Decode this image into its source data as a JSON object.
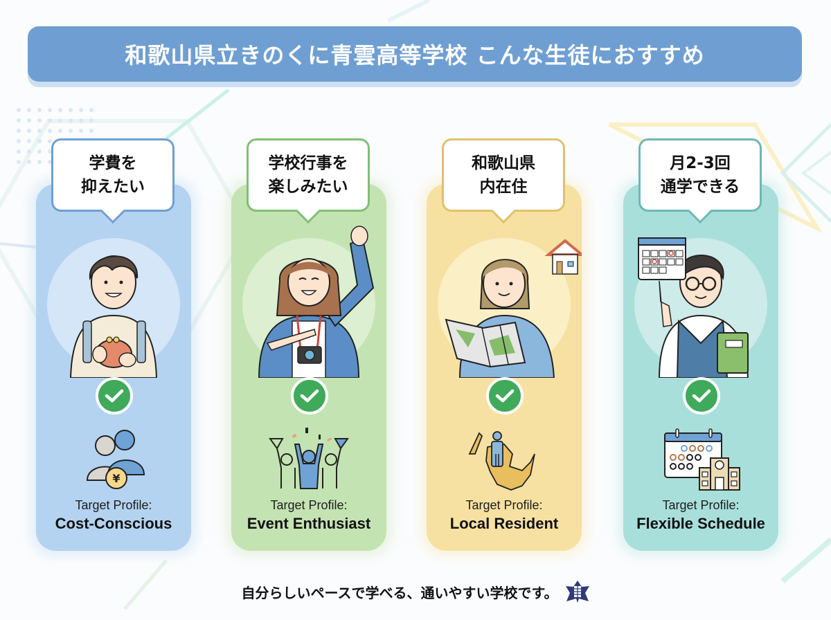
{
  "header": {
    "title": "和歌山県立きのくに青雲高等学校 こんな生徒におすすめ"
  },
  "theme": {
    "title_bg": "#6f9fd2",
    "check_color": "#3faa5a"
  },
  "cards": [
    {
      "bubble_line1": "学費を",
      "bubble_line2": "抑えたい",
      "profile_label": "Target Profile:",
      "profile_value": "Cost-Conscious",
      "illustration": "student-holding-coin-purse",
      "profile_icon": "people-with-yen-coin-icon",
      "check_icon": "check-icon",
      "colors": {
        "card": "#b3d3f0",
        "border": "#6f9fd2",
        "circle": "#d4e6f7"
      }
    },
    {
      "bubble_line1": "学校行事を",
      "bubble_line2": "楽しみたい",
      "profile_label": "Target Profile:",
      "profile_value": "Event Enthusiast",
      "illustration": "student-cheering-with-camera",
      "profile_icon": "cheering-crowd-with-flags-icon",
      "check_icon": "check-icon",
      "colors": {
        "card": "#c4e3b2",
        "border": "#7fbf75",
        "circle": "#dcefd1"
      }
    },
    {
      "bubble_line1": "和歌山県",
      "bubble_line2": "内在住",
      "profile_label": "Target Profile:",
      "profile_value": "Local Resident",
      "illustration": "student-reading-map-near-house",
      "profile_icon": "person-on-wakayama-map-icon",
      "check_icon": "check-icon",
      "colors": {
        "card": "#f6e1a2",
        "border": "#e0c16a",
        "circle": "#fbefc6"
      }
    },
    {
      "bubble_line1": "月2-3回",
      "bubble_line2": "通学できる",
      "profile_label": "Target Profile:",
      "profile_value": "Flexible Schedule",
      "illustration": "student-pointing-at-calendar-with-book",
      "profile_icon": "calendar-and-school-building-icon",
      "check_icon": "check-icon",
      "colors": {
        "card": "#a9dfdb",
        "border": "#6cb8b3",
        "circle": "#cdebe8"
      }
    }
  ],
  "footer": {
    "tagline": "自分らしいペースで学べる、通いやすい学校です。",
    "logo": "school-emblem-icon"
  }
}
